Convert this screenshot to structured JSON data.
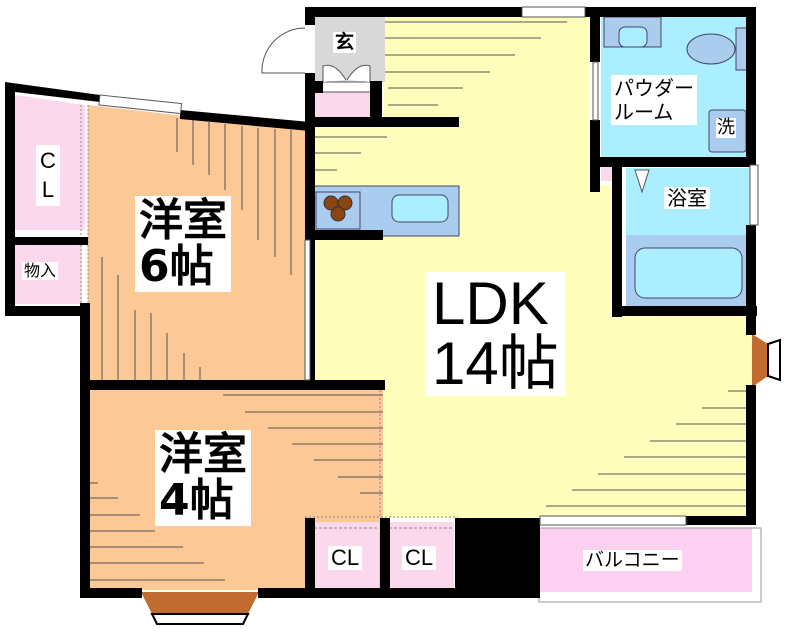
{
  "plan": {
    "colors": {
      "wall": "#000000",
      "ldk": "#ffffbb",
      "western_room": "#fcc896",
      "closet": "#fcd8ec",
      "wet_area": "#aaeeff",
      "fixture": "#aaccee",
      "genkan": "#d8d8d8",
      "bay_window": "#c06c30",
      "balcony": "#fcd0f0"
    },
    "rooms": {
      "ldk": {
        "name": "LDK",
        "size": "14帖"
      },
      "western_6": {
        "name": "洋室",
        "size": "6帖"
      },
      "western_4": {
        "name": "洋室",
        "size": "4帖"
      },
      "genkan": {
        "name": "玄"
      },
      "powder_room": {
        "line1": "パウダー",
        "line2": "ルーム"
      },
      "washer": {
        "name": "洗"
      },
      "bathroom": {
        "name": "浴室"
      },
      "closet_left": {
        "line1": "C",
        "line2": "L"
      },
      "storage": {
        "name": "物入"
      },
      "closet_bottom_1": {
        "name": "CL"
      },
      "closet_bottom_2": {
        "name": "CL"
      },
      "balcony": {
        "name": "バルコニー"
      }
    }
  }
}
